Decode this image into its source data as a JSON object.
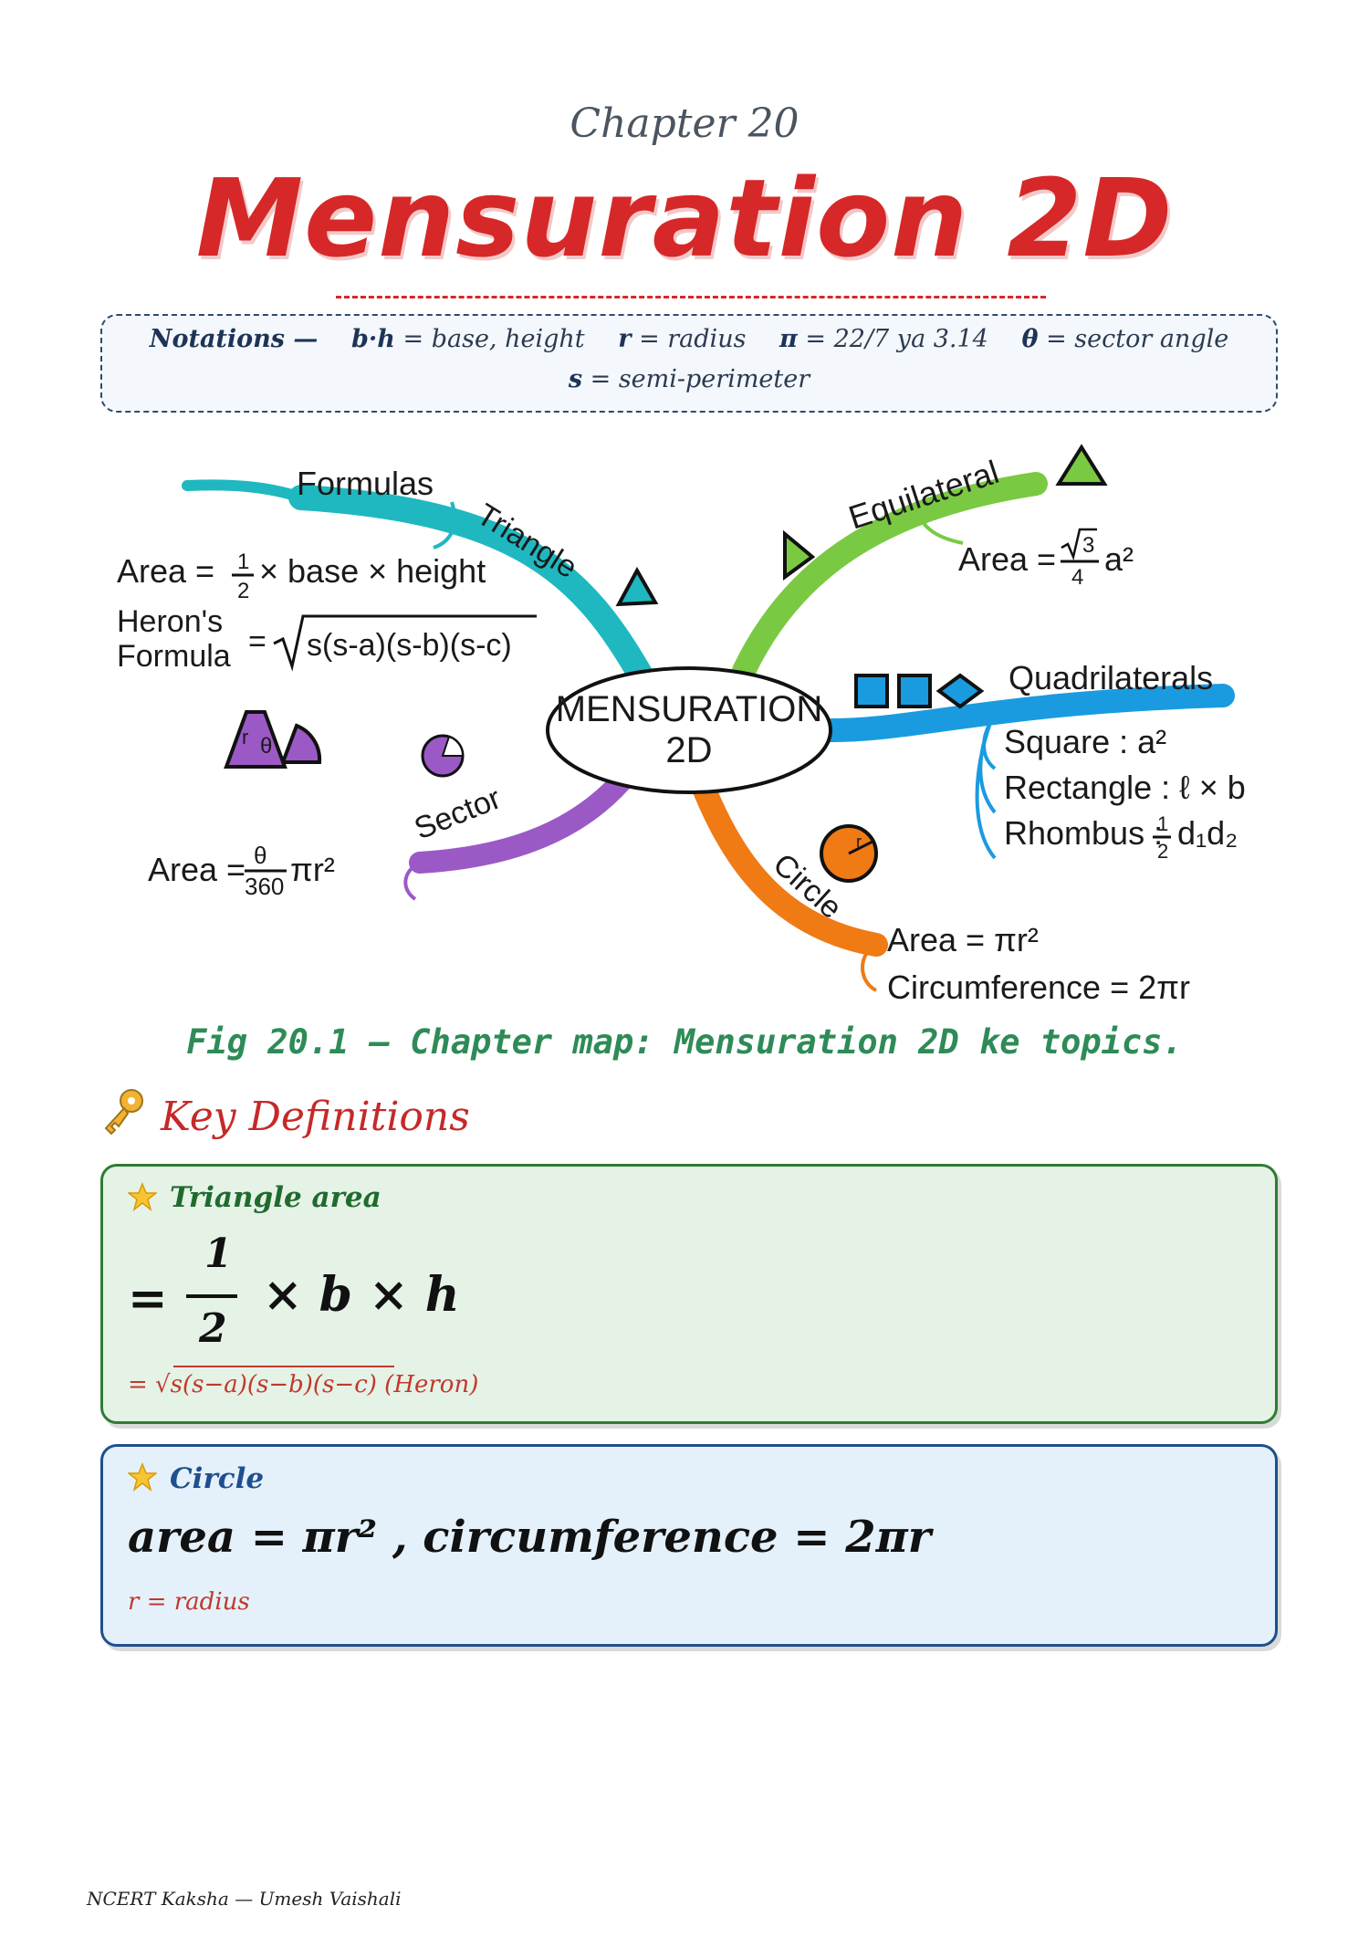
{
  "header": {
    "chapter": "Chapter 20",
    "title": "Mensuration 2D"
  },
  "notations": {
    "label": "Notations —",
    "items": [
      {
        "symbol": "b·h",
        "meaning": "= base, height"
      },
      {
        "symbol": "r",
        "meaning": "= radius"
      },
      {
        "symbol": "π",
        "meaning": "= 22/7 ya 3.14"
      },
      {
        "symbol": "θ",
        "meaning": "= sector angle"
      },
      {
        "symbol": "s",
        "meaning": "= semi-perimeter"
      }
    ]
  },
  "mindmap": {
    "center_line1": "MENSURATION",
    "center_line2": "2D",
    "triangle": {
      "branch": "Triangle",
      "sub": "Formulas",
      "area_label": "Area =",
      "area_rest": "× base × height",
      "heron_line1": "Heron's",
      "heron_line2": "Formula",
      "heron_expr": "s(s-a)(s-b)(s-c)"
    },
    "equilateral": {
      "branch": "Equilateral",
      "area_label": "Area ="
    },
    "quadrilaterals": {
      "branch": "Quadrilaterals",
      "square": "Square : a²",
      "rectangle": "Rectangle : ℓ × b",
      "rhombus_label": "Rhombus :",
      "rhombus_rest": "d₁d₂"
    },
    "sector": {
      "branch": "Sector",
      "area_label": "Area =",
      "area_rest": "πr²"
    },
    "circle": {
      "branch": "Circle",
      "area": "Area = πr²",
      "circumference": "Circumference = 2πr"
    }
  },
  "figure_caption": "Fig 20.1 — Chapter map: Mensuration 2D ke topics.",
  "key_definitions": {
    "heading": "Key Definitions",
    "cards": [
      {
        "title": "Triangle area",
        "numerator": "1",
        "denominator": "2",
        "prefix": "=",
        "suffix": "× b × h",
        "note": "= √s(s−a)(s−b)(s−c)  (Heron)"
      },
      {
        "title": "Circle",
        "formula": "area = πr² , circumference = 2πr",
        "note": "r = radius"
      }
    ]
  },
  "footer": "NCERT Kaksha — Umesh Vaishali",
  "colors": {
    "title_red": "#d62828",
    "caption_green": "#2e8b57",
    "triangle_teal": "#1fb8c0",
    "equilateral_green": "#7ac943",
    "quad_blue": "#1a9be0",
    "circle_orange": "#f07a14",
    "sector_purple": "#9b59c6"
  }
}
